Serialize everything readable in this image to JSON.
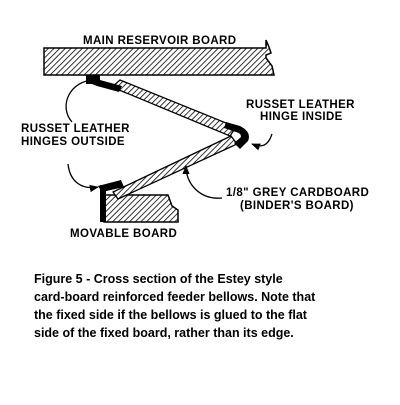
{
  "labels": {
    "main_board": "MAIN RESERVOIR BOARD",
    "hinges_outside_line1": "RUSSET LEATHER",
    "hinges_outside_line2": "HINGES OUTSIDE",
    "hinge_inside_line1": "RUSSET LEATHER",
    "hinge_inside_line2": "HINGE INSIDE",
    "cardboard_line1": "1/8\" GREY CARDBOARD",
    "cardboard_line2": "(BINDER'S BOARD)",
    "movable_board": "MOVABLE BOARD"
  },
  "caption": {
    "line1": "Figure 5 - Cross section of the Estey style",
    "line2": "card-board reinforced feeder bellows.  Note that",
    "line3": "the fixed side if the bellows is glued to the flat",
    "line4": "side of the fixed board, rather than its edge."
  }
}
